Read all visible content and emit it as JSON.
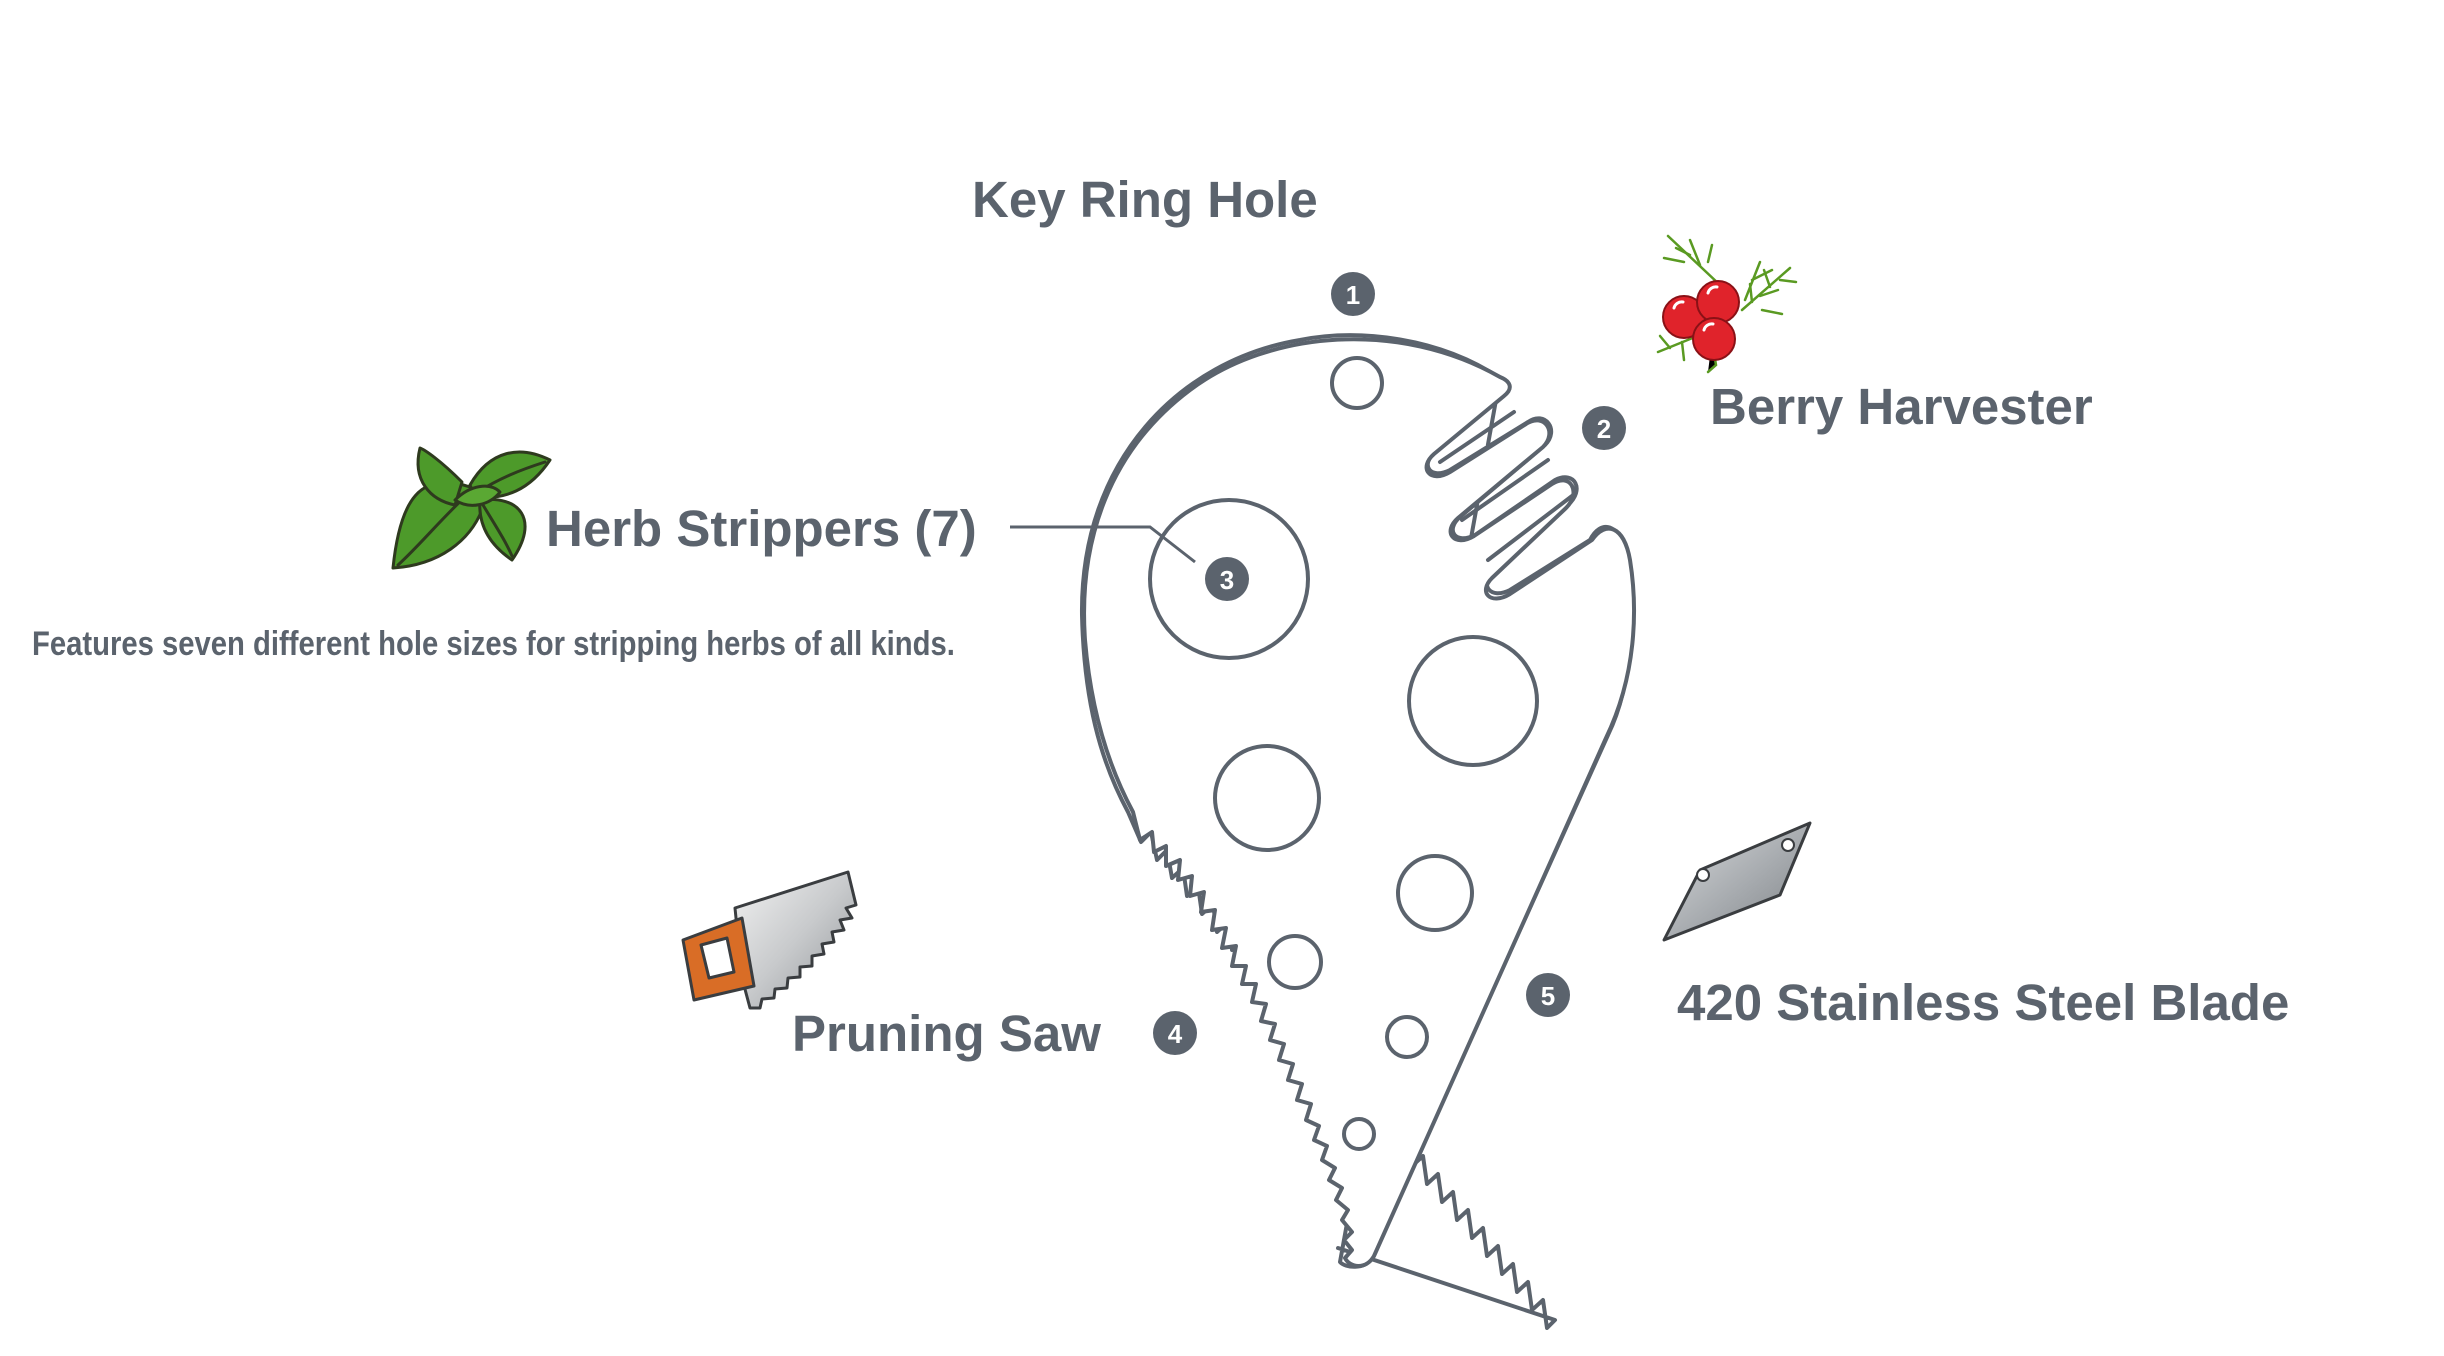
{
  "labels": {
    "key_ring_hole": "Key Ring Hole",
    "berry_harvester": "Berry Harvester",
    "herb_strippers": "Herb Strippers (7)",
    "herb_description": "Features seven different hole sizes for stripping herbs of all kinds.",
    "pruning_saw": "Pruning Saw",
    "blade": "420 Stainless Steel Blade"
  },
  "markers": [
    "1",
    "2",
    "3",
    "4",
    "5"
  ],
  "colors": {
    "text": "#5b636d",
    "outline": "#5b636d",
    "marker_fill": "#5b636d",
    "berry": "#e0232b",
    "leaf": "#4d9a2a",
    "saw_handle": "#d96d26",
    "blade": "#9a9ea3"
  },
  "icons": [
    "basil-leaf-icon",
    "berries-icon",
    "hand-saw-icon",
    "utility-blade-icon"
  ]
}
